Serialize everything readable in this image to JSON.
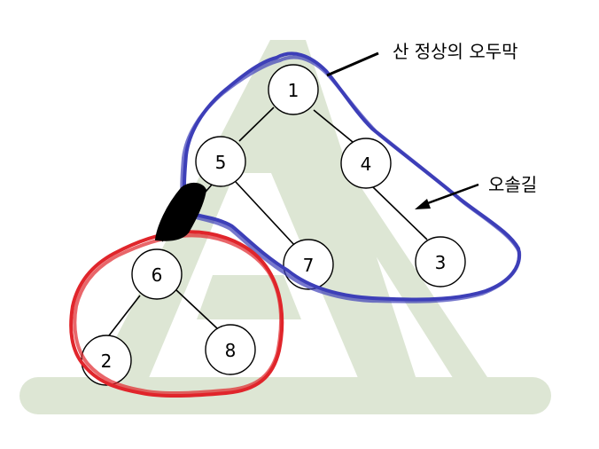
{
  "diagram": {
    "nodes": [
      {
        "id": "n1",
        "label": "1"
      },
      {
        "id": "n5",
        "label": "5"
      },
      {
        "id": "n4",
        "label": "4"
      },
      {
        "id": "n7",
        "label": "7"
      },
      {
        "id": "n3",
        "label": "3"
      },
      {
        "id": "n6",
        "label": "6"
      },
      {
        "id": "n2",
        "label": "2"
      },
      {
        "id": "n8",
        "label": "8"
      }
    ],
    "edges": [
      {
        "from": "1",
        "to": "5"
      },
      {
        "from": "1",
        "to": "4"
      },
      {
        "from": "5",
        "to": "7"
      },
      {
        "from": "4",
        "to": "3"
      },
      {
        "from": "5",
        "to": "6"
      },
      {
        "from": "6",
        "to": "2"
      },
      {
        "from": "6",
        "to": "8"
      }
    ],
    "annotations": {
      "summit_label": "산 정상의 오두막",
      "trail_label": "오솔길"
    },
    "colors": {
      "mountain_watermark": "#dde6d4",
      "summit_outline": "#3d3fb8",
      "subtree_outline": "#e0252b",
      "bridge_fill": "#000000"
    }
  }
}
